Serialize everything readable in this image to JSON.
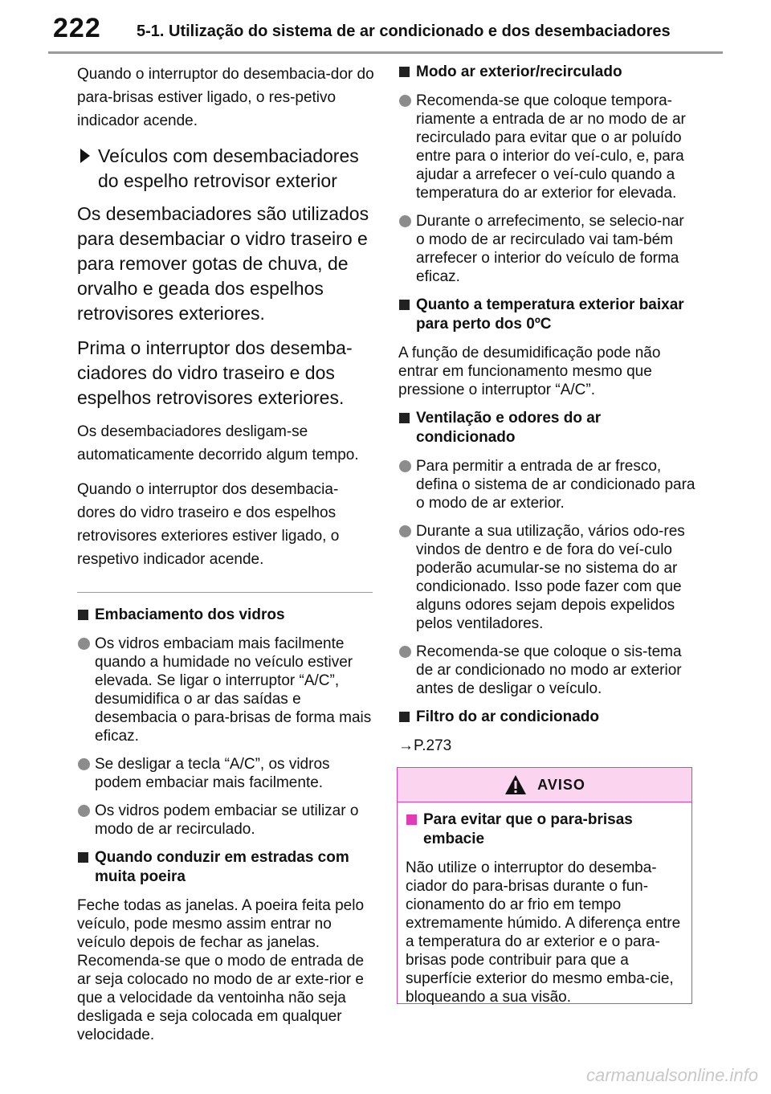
{
  "header": {
    "page_number": "222",
    "section_title": "5-1. Utilização do sistema de ar condicionado e dos desembaciadores"
  },
  "left": {
    "intro": "Quando o interruptor do desembacia-dor do para-brisas estiver ligado, o res-petivo indicador acende.",
    "subheading": "Veículos com desembaciadores do espelho retrovisor exterior",
    "para1": "Os desembaciadores são utilizados para desembaciar o vidro traseiro e para remover gotas de chuva, de orvalho e geada dos espelhos retrovisores exteriores.",
    "para2": "Prima o interruptor dos desemba-ciadores do vidro traseiro e dos espelhos retrovisores exteriores.",
    "note1": "Os desembaciadores desligam-se automaticamente decorrido algum tempo.",
    "note2": "Quando o interruptor dos desembacia-dores do vidro traseiro e dos espelhos retrovisores exteriores estiver ligado, o respetivo indicador acende.",
    "sec1": {
      "title": "Embaciamento dos vidros",
      "bullets": [
        "Os vidros embaciam mais facilmente quando a humidade no veículo estiver elevada. Se ligar o interruptor “A/C”, desumidifica o ar das saídas e desembacia o para-brisas de forma mais eficaz.",
        "Se desligar a tecla “A/C”, os vidros podem embaciar mais facilmente.",
        "Os vidros podem embaciar se utilizar o modo de ar recirculado."
      ]
    },
    "sec2": {
      "title": "Quando conduzir em estradas com muita poeira",
      "text": "Feche todas as janelas. A poeira feita pelo veículo, pode mesmo assim entrar no veículo depois de fechar as janelas. Recomenda-se que o modo de entrada de ar seja colocado no modo de ar exte-rior e que a velocidade da ventoinha não seja desligada e seja colocada em qualquer velocidade."
    }
  },
  "right": {
    "sec1": {
      "title": "Modo ar exterior/recirculado",
      "bullets": [
        "Recomenda-se que coloque tempora-riamente a entrada de ar no modo de ar recirculado para evitar que o ar poluído entre para o interior do veí-culo, e, para ajudar a arrefecer o veí-culo quando a temperatura do ar exterior for elevada.",
        "Durante o arrefecimento, se selecio-nar o modo de ar recirculado vai tam-bém arrefecer o interior do veículo de forma eficaz."
      ]
    },
    "sec2": {
      "title": "Quanto a temperatura exterior baixar para perto dos 0ºC",
      "text": "A função de desumidificação pode não entrar em funcionamento mesmo que pressione o interruptor “A/C”."
    },
    "sec3": {
      "title": "Ventilação e odores do ar condicionado",
      "bullets": [
        "Para permitir a entrada de ar fresco, defina o sistema de ar condicionado para o modo de ar exterior.",
        "Durante a sua utilização, vários odo-res vindos de dentro e de fora do veí-culo poderão acumular-se no sistema do ar condicionado. Isso pode fazer com que alguns odores sejam depois expelidos pelos ventiladores.",
        "Recomenda-se que coloque o sis-tema de ar condicionado no modo ar exterior antes de desligar o veículo."
      ]
    },
    "sec4": {
      "title": "Filtro do ar condicionado",
      "ref": "→P.273"
    }
  },
  "warning": {
    "title": "AVISO",
    "heading": "Para evitar que o para-brisas embacie",
    "text": "Não utilize o interruptor do desemba-ciador do para-brisas durante o fun-cionamento do ar frio em tempo extremamente húmido. A diferença entre a temperatura do ar exterior e o para-brisas pode contribuir para que a superfície exterior do mesmo emba-cie, bloqueando a sua visão.",
    "accent_color": "#e23cb4",
    "header_bg": "#fbd5f0",
    "icon": "warning-triangle-icon"
  },
  "watermark": "carmanualsonline.info"
}
